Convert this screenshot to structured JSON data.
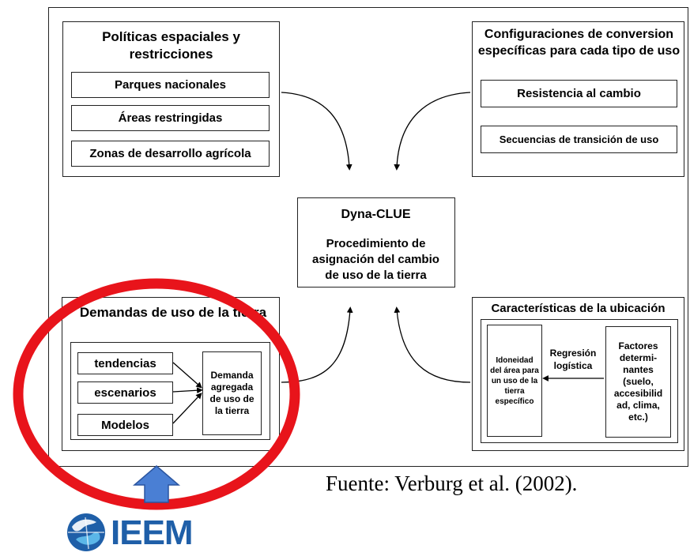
{
  "policies": {
    "title": "Políticas espaciales y restricciones",
    "items": [
      "Parques nacionales",
      "Áreas restringidas",
      "Zonas de desarrollo agrícola"
    ]
  },
  "conversion": {
    "title": "Configuraciones de conversion específicas para cada tipo de uso",
    "items": [
      "Resistencia al cambio",
      "Secuencias de transición de uso"
    ]
  },
  "center": {
    "title": "Dyna-CLUE",
    "subtitle": "Procedimiento de asignación del cambio de uso de la tierra"
  },
  "demand": {
    "title": "Demandas de uso de la tierra",
    "inputs": [
      "tendencias",
      "escenarios",
      "Modelos"
    ],
    "aggregate": "Demanda agregada de uso de la tierra"
  },
  "location": {
    "title": "Características de la ubicación",
    "suitability": "Idoneidad del área para un uso de la tierra específico",
    "regression": "Regresión logística",
    "factors": "Factores determi-nantes (suelo, accesibilid ad, clima, etc.)"
  },
  "source": "Fuente: Verburg et al. (2002).",
  "logo": {
    "text": "IEEM"
  },
  "colors": {
    "highlight": "#e8141b",
    "arrow": "#4a7fd4",
    "logo": "#1f5fa8"
  }
}
